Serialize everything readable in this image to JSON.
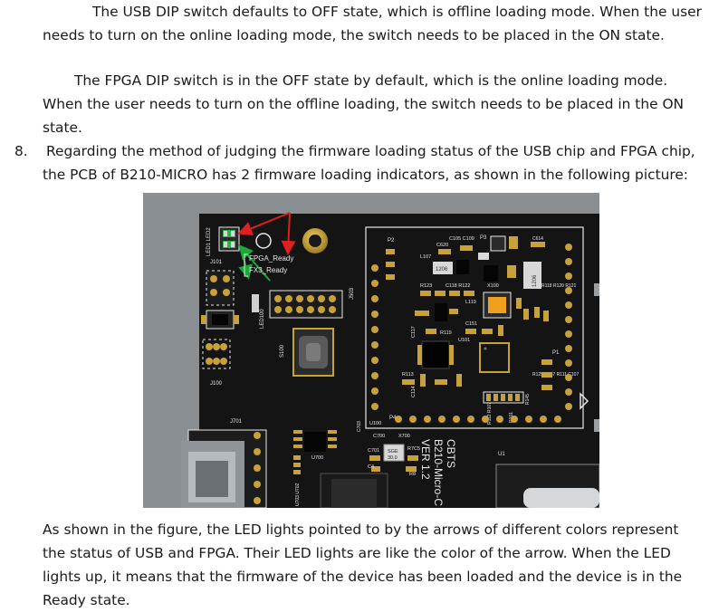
{
  "paragraphs": {
    "usb_switch": "The USB DIP switch defaults to OFF state, which is offline loading mode. When the user needs to turn on the online loading mode, the switch needs to be placed in the ON state.",
    "fpga_switch": "The FPGA DIP switch is in the OFF state by default, which is the online loading mode. When the user needs to turn on the offline loading, the switch needs to be placed in the ON state.",
    "item_number": "8.",
    "item_text": "Regarding the method of judging the firmware loading status of the USB chip and FPGA chip, the PCB of B210-MICRO has 2 firmware loading indicators, as shown in the following picture:",
    "explanation": "As shown in the figure, the LED lights pointed to by the arrows of different colors represent the status of USB and FPGA. Their LED lights are like the color of the arrow. When the LED lights up, it means that the firmware of the device has been loaded and the device is in the Ready state."
  },
  "pcb": {
    "led_refs": "LED1 LED2",
    "fpga_label": "FPGA_Ready",
    "fx3_label": "FX3_Ready",
    "j101": "J101",
    "j100": "J100",
    "j701": "J701",
    "led100": "LED100",
    "s100": "S100",
    "j503": "J503",
    "u700": "U700",
    "c703": "C703",
    "u100": "U100",
    "c700": "C700",
    "x700": "X700",
    "c701": "C701",
    "r7c5": "R7C5",
    "c4": "C4",
    "r8": "R8",
    "crystal_top": "30.0",
    "crystal_bottom": "SGE",
    "u703": "U703 U702",
    "p2": "P2",
    "p3": "P3",
    "p4": "P4",
    "p1": "P1",
    "c105_c109": "C105 C109",
    "c620": "C620",
    "l107": "L107",
    "ind_1206": "1206",
    "x100": "X100",
    "r123": "R123",
    "c118_r122": "C118 R122",
    "l119": "L119",
    "c151": "C151",
    "r119": "R119",
    "u101": "U101",
    "c117": "C117",
    "r113": "R113",
    "c114": "C114",
    "r118_r120_r121": "R118 R120 R121",
    "r125_c137_r111_c107": "R125 C137 R111 C107",
    "r145": "R145",
    "r112_r107": "R112 R107",
    "r101": "R101",
    "c614": "C614",
    "u1": "U1",
    "board_name": "CBTS",
    "board_model": "B210-Micro-C",
    "board_version": "VER 1.2"
  },
  "colors": {
    "pcb_black": "#141414",
    "silkscreen": "#e8e8e8",
    "gold_pad": "#c7a23a",
    "arrow_red": "#e02020",
    "arrow_green": "#19a83a"
  }
}
